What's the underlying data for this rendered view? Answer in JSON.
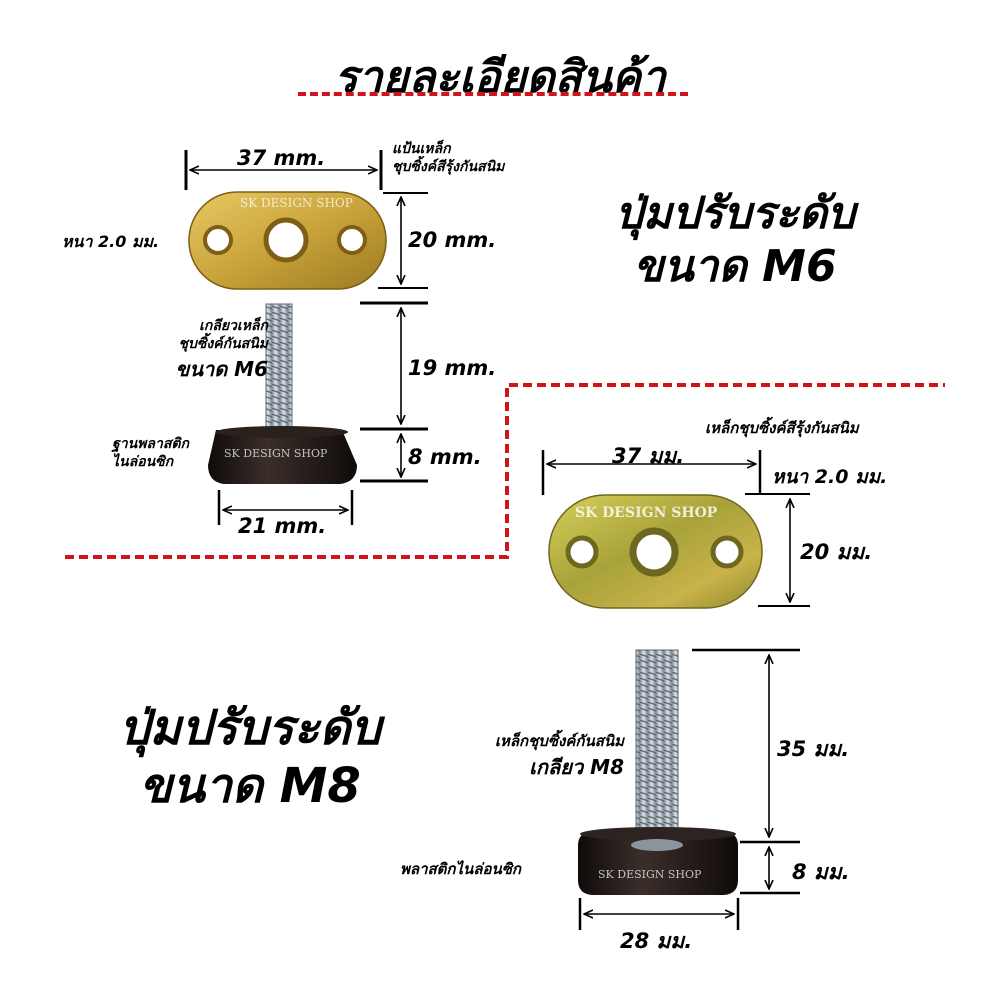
{
  "title": "รายละเอียดสินค้า",
  "m6": {
    "heading_line1": "ปุ่มปรับระดับ",
    "heading_line2": "ขนาด M6",
    "plate_width": "37 mm.",
    "plate_note_line1": "แป้นเหล็ก",
    "plate_note_line2": "ชุบซิ้งค์สีรุ้งกันสนิม",
    "plate_height": "20 mm.",
    "thickness": "หนา 2.0 มม.",
    "thread_note_line1": "เกลียวเหล็ก",
    "thread_note_line2": "ชุบซิ้งค์กันสนิม",
    "thread_size": "ขนาด M6",
    "thread_length": "19 mm.",
    "base_note_line1": "ฐานพลาสติก",
    "base_note_line2": "ไนล่อนซิก",
    "base_height": "8 mm.",
    "base_width": "21 mm.",
    "watermark": "SK DESIGN SHOP"
  },
  "m8": {
    "heading_line1": "ปุ่มปรับระดับ",
    "heading_line2": "ขนาด M8",
    "plate_note": "เหล็กชุบซิ้งค์สีรุ้งกันสนิม",
    "plate_width": "37 มม.",
    "thickness": "หนา 2.0 มม.",
    "plate_height": "20 มม.",
    "thread_note_line1": "เหล็กชุบซิ้งค์กันสนิม",
    "thread_note_line2": "เกลียว M8",
    "thread_length": "35 มม.",
    "base_note": "พลาสติกไนล่อนซิก",
    "base_height": "8 มม.",
    "base_width": "28 มม.",
    "watermark": "SK DESIGN SHOP"
  },
  "colors": {
    "accent_red": "#d0141a",
    "brass": "#c9a43a",
    "zinc_yellow": "#b9b23a",
    "steel": "#a9b4bf",
    "nylon_black": "#1a1514"
  }
}
